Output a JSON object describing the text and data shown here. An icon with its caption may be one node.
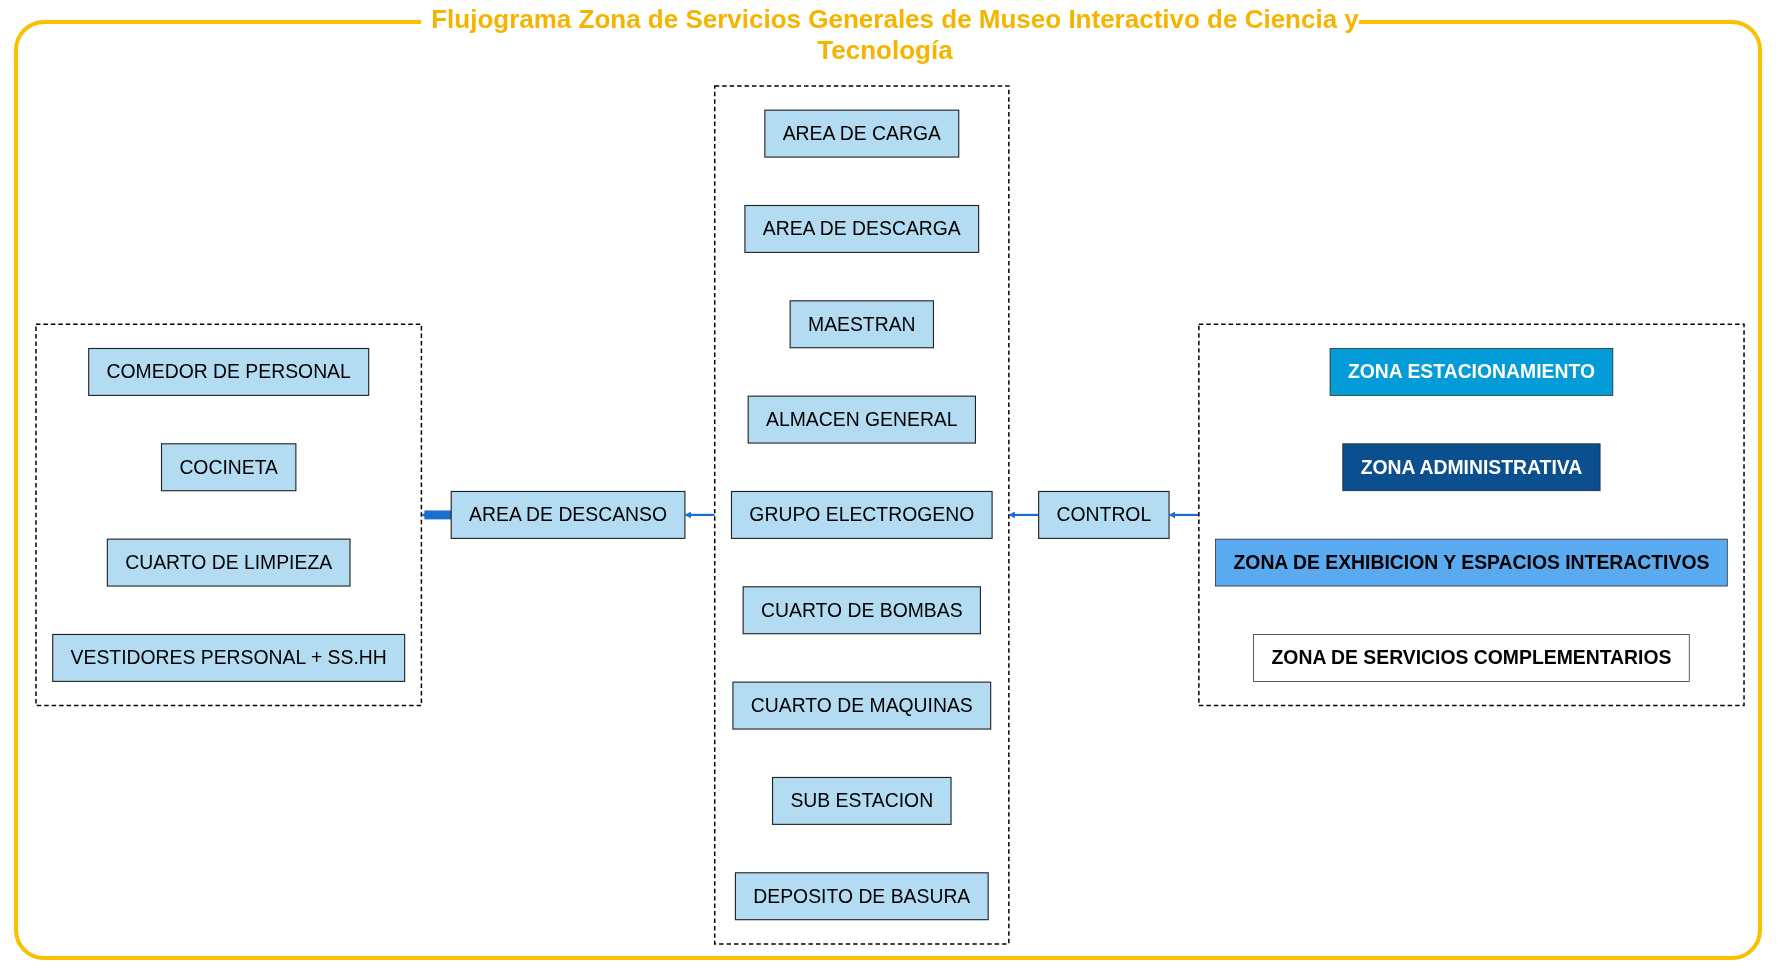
{
  "diagram": {
    "title": "Flujograma Zona de Servicios Generales de Museo Interactivo de Ciencia y Tecnología",
    "nodes": [
      {
        "text": [
          "CONTROL"
        ]
      },
      {
        "text": [],
        "shape": "box"
      },
      {
        "text": [
          "ZONA ESTACIONAMIENTO"
        ],
        "in": 1
      },
      {
        "text": [
          "ZONA ADMINISTRATIVA"
        ],
        "in": 1
      },
      {
        "text": [
          "ZONA DE EXHIBICION Y ESPACIOS INTERACTIVOS"
        ],
        "in": 1
      },
      {
        "text": [
          "ZONA DE SERVICIOS COMPLEMENTARIOS"
        ],
        "in": 1
      },
      {
        "text": [],
        "shape": "box"
      },
      {
        "text": [
          "AREA DE CARGA"
        ],
        "in": 6
      },
      {
        "text": [
          "AREA DE DESCARGA"
        ],
        "in": 6
      },
      {
        "text": [
          "MAESTRAN"
        ],
        "in": 6
      },
      {
        "text": [
          "ALMACEN GENERAL"
        ],
        "in": 6
      },
      {
        "text": [
          "GRUPO ELECTROGENO"
        ],
        "in": 6
      },
      {
        "text": [
          "CUARTO DE BOMBAS"
        ],
        "in": 6
      },
      {
        "text": [
          "CUARTO DE MAQUINAS"
        ],
        "in": 6
      },
      {
        "text": [
          "SUB ESTACION"
        ],
        "in": 6
      },
      {
        "text": [
          "DEPOSITO DE BASURA"
        ],
        "in": 6
      },
      {
        "text": [
          "AREA DE DESCANSO"
        ]
      },
      {
        "text": [],
        "shape": "box"
      },
      {
        "text": [
          "COMEDOR DE PERSONAL"
        ],
        "in": 17
      },
      {
        "text": [
          "COCINETA"
        ],
        "in": 17
      },
      {
        "text": [
          "CUARTO DE LIMPIEZA"
        ],
        "in": 17
      },
      {
        "text": [
          "VESTIDORES PERSONAL + SS.HH"
        ],
        "in": 17
      }
    ],
    "edges": [
      {
        "from": 1,
        "to": 0,
        "arrow": "to"
      },
      {
        "from": 0,
        "to": 6,
        "arrow": "to"
      },
      {
        "from": 6,
        "to": 16,
        "arrow": "to"
      },
      {
        "from": 16,
        "to": 17,
        "arrow": "to",
        "style": "thick"
      }
    ]
  }
}
